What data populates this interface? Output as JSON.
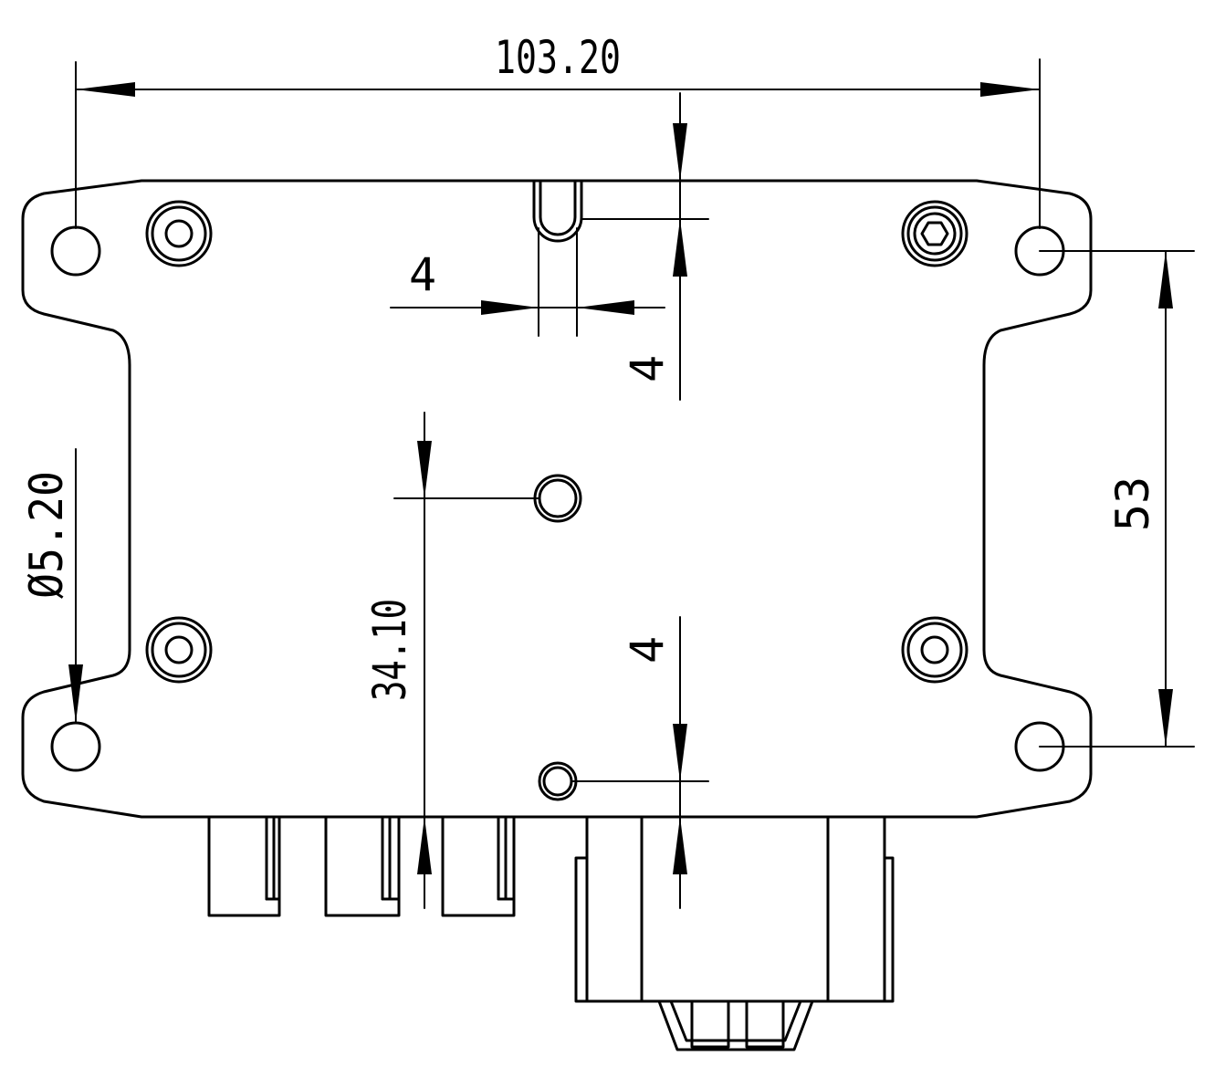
{
  "drawing": {
    "dimensions": {
      "overall_width": "103.20",
      "slot_width": "4",
      "slot_height": "4",
      "hole_diameter": "Ø5.20",
      "vertical_pitch": "34.10",
      "edge_offset": "4",
      "hole_spacing": "53"
    }
  }
}
